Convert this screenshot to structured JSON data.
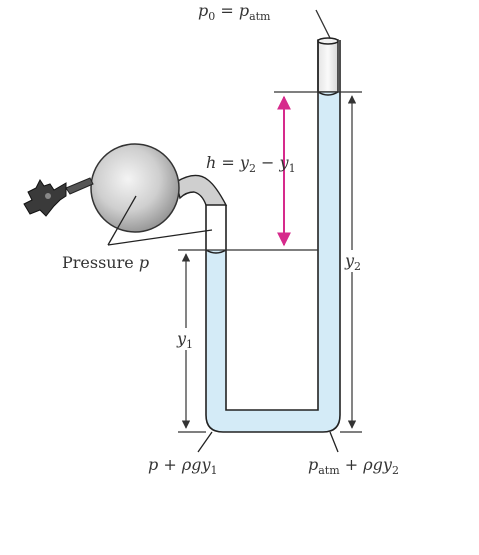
{
  "labels": {
    "top_pressure": {
      "lhs": "p",
      "lhs_sub": "0",
      "eq": " = ",
      "rhs": "p",
      "rhs_sub": "atm"
    },
    "height": {
      "h": "h",
      "eq": " = ",
      "y2": "y",
      "y2_sub": "2",
      "minus": " − ",
      "y1": "y",
      "y1_sub": "1"
    },
    "pressure_label": "Pressure",
    "pressure_var": "p",
    "y1": {
      "base": "y",
      "sub": "1"
    },
    "y2": {
      "base": "y",
      "sub": "2"
    },
    "bottom_left": {
      "p": "p",
      "plus": " + ",
      "rho_g_y": "ρgy",
      "sub": "1"
    },
    "bottom_right": {
      "p": "p",
      "p_sub": "atm",
      "plus": " + ",
      "rho_g_y": "ρgy",
      "sub": "2"
    }
  },
  "colors": {
    "fluid": "#d4ebf7",
    "tube_outline": "#222222",
    "arrow_magenta": "#d62a8c",
    "bulb_fill": "#bdbdbd",
    "bulb_highlight": "#efefef",
    "dimension_line": "#333333"
  }
}
